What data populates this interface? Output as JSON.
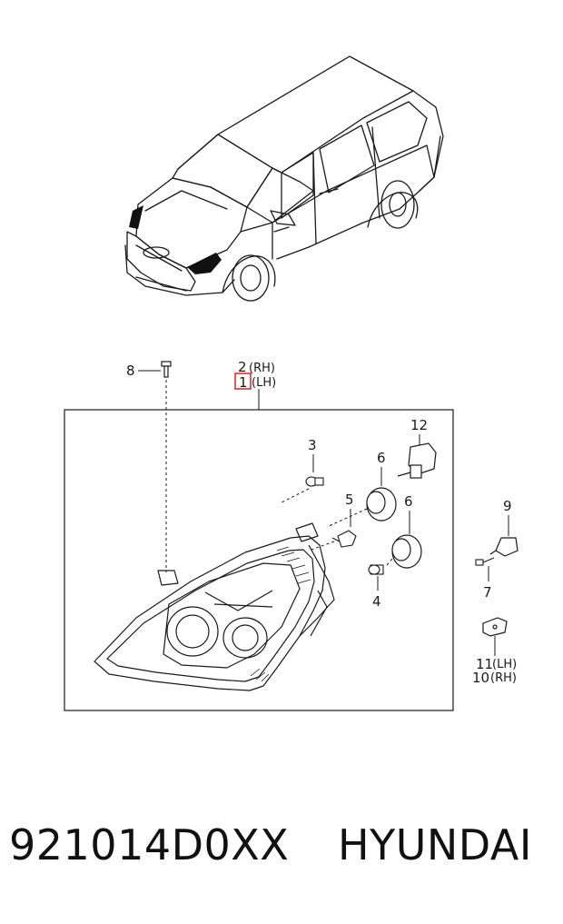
{
  "callouts": {
    "c1": "1",
    "c1_side": "(LH)",
    "c2": "2",
    "c2_side": "(RH)",
    "c3": "3",
    "c4": "4",
    "c5": "5",
    "c6a": "6",
    "c6b": "6",
    "c7": "7",
    "c8": "8",
    "c9": "9",
    "c10": "10",
    "c10_side": "(RH)",
    "c11": "11",
    "c11_side": "(LH)",
    "c12": "12"
  },
  "footer": {
    "part_number": "921014D0XX",
    "brand": "HYUNDAI"
  },
  "colors": {
    "line": "#1a1a1a",
    "highlight": "#e02020",
    "headlamp_dark": "#111111"
  },
  "icons": {
    "vehicle": "minivan-illustration-icon",
    "headlamp": "headlamp-assembly-icon"
  }
}
